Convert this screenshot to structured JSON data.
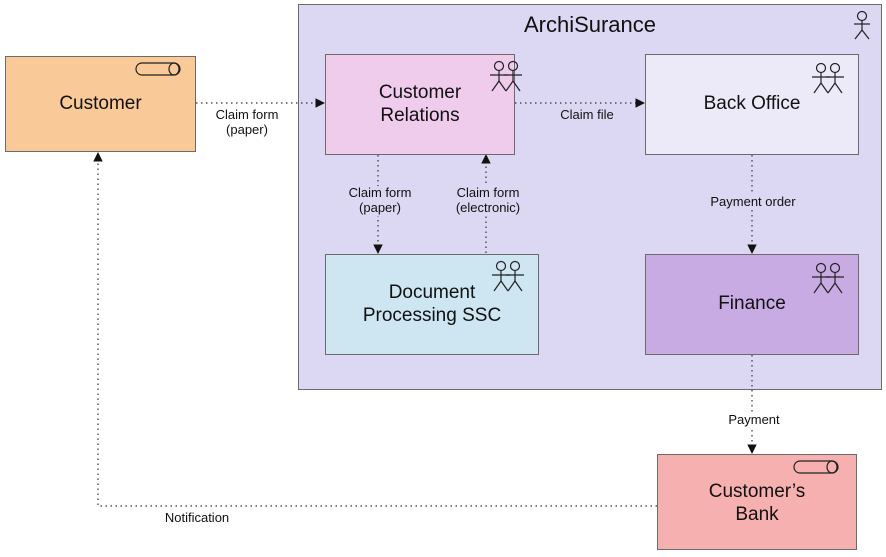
{
  "diagram": {
    "group": {
      "label": "ArchiSurance",
      "icon": "actor-icon"
    },
    "nodes": {
      "customer": {
        "label": "Customer",
        "color": "#f9c998",
        "icon": "role-icon"
      },
      "customer_relations": {
        "label": "Customer\nRelations",
        "color": "#efcbec",
        "icon": "collaboration-icon"
      },
      "back_office": {
        "label": "Back Office",
        "color": "#ece9f8",
        "icon": "collaboration-icon"
      },
      "document_processing": {
        "label": "Document\nProcessing SSC",
        "color": "#cde6f2",
        "icon": "collaboration-icon"
      },
      "finance": {
        "label": "Finance",
        "color": "#c9abe3",
        "icon": "collaboration-icon"
      },
      "customers_bank": {
        "label": "Customer’s\nBank",
        "color": "#f7b0b0",
        "icon": "role-icon"
      }
    },
    "edges": {
      "claim_form_paper_1": "Claim form\n(paper)",
      "claim_file": "Claim file",
      "claim_form_paper_2": "Claim form\n(paper)",
      "claim_form_electronic": "Claim form\n(electronic)",
      "payment_order": "Payment order",
      "payment": "Payment",
      "notification": "Notification"
    }
  }
}
